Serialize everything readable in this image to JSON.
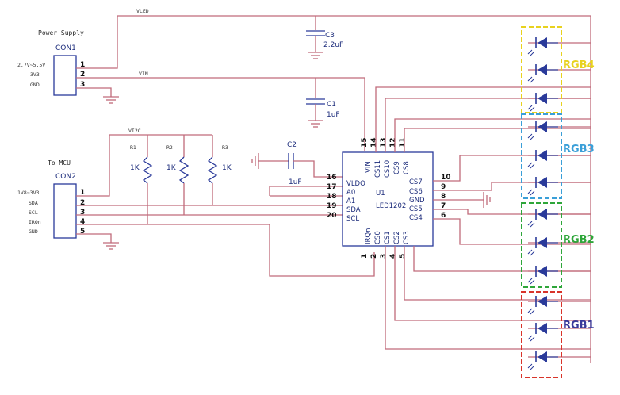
{
  "power_supply": {
    "title": "Power Supply",
    "ref": "CON1",
    "pins": [
      "1",
      "2",
      "3"
    ],
    "pin_labels": [
      "2.7V~5.5V",
      "3V3",
      "GND"
    ]
  },
  "mcu_conn": {
    "title": "To MCU",
    "ref": "CON2",
    "pins": [
      "1",
      "2",
      "3",
      "4",
      "5"
    ],
    "pin_labels": [
      "1V8~3V3",
      "SDA",
      "SCL",
      "IRQn",
      "GND"
    ]
  },
  "nets": {
    "vled": "VLED",
    "vin": "VIN",
    "vi2c": "VI2C"
  },
  "capacitors": [
    {
      "ref": "C3",
      "value": "2.2uF"
    },
    {
      "ref": "C1",
      "value": "1uF"
    },
    {
      "ref": "C2",
      "value": "1uF"
    }
  ],
  "resistors": [
    {
      "ref": "R1",
      "value": "1K"
    },
    {
      "ref": "R2",
      "value": "1K"
    },
    {
      "ref": "R3",
      "value": "1K"
    }
  ],
  "chip": {
    "ref": "U1",
    "name": "LED1202",
    "left_pins": [
      {
        "num": "16",
        "name": "VLDO"
      },
      {
        "num": "17",
        "name": "A0"
      },
      {
        "num": "18",
        "name": "A1"
      },
      {
        "num": "19",
        "name": "SDA"
      },
      {
        "num": "20",
        "name": "SCL"
      }
    ],
    "right_pins": [
      {
        "num": "10",
        "name": "CS7"
      },
      {
        "num": "9",
        "name": "CS6"
      },
      {
        "num": "8",
        "name": "GND"
      },
      {
        "num": "7",
        "name": "CS5"
      },
      {
        "num": "6",
        "name": "CS4"
      }
    ],
    "top_pins": [
      {
        "num": "15",
        "name": "VIN"
      },
      {
        "num": "14",
        "name": "CS11"
      },
      {
        "num": "13",
        "name": "CS10"
      },
      {
        "num": "12",
        "name": "CS9"
      },
      {
        "num": "11",
        "name": "CS8"
      }
    ],
    "bottom_pins": [
      {
        "num": "1",
        "name": "IRQn"
      },
      {
        "num": "2",
        "name": "CS0"
      },
      {
        "num": "3",
        "name": "CS1"
      },
      {
        "num": "4",
        "name": "CS2"
      },
      {
        "num": "5",
        "name": "CS3"
      }
    ]
  },
  "rgb_groups": [
    {
      "label": "RGB4",
      "color": "#e8d21e"
    },
    {
      "label": "RGB3",
      "color": "#3a9fd8"
    },
    {
      "label": "RGB2",
      "color": "#2ea63a"
    },
    {
      "label": "RGB1",
      "color": "#d8342a"
    }
  ],
  "colors": {
    "wire": "#c06a7a",
    "part": "#2a3a9a",
    "label": "#1a2a7a"
  }
}
